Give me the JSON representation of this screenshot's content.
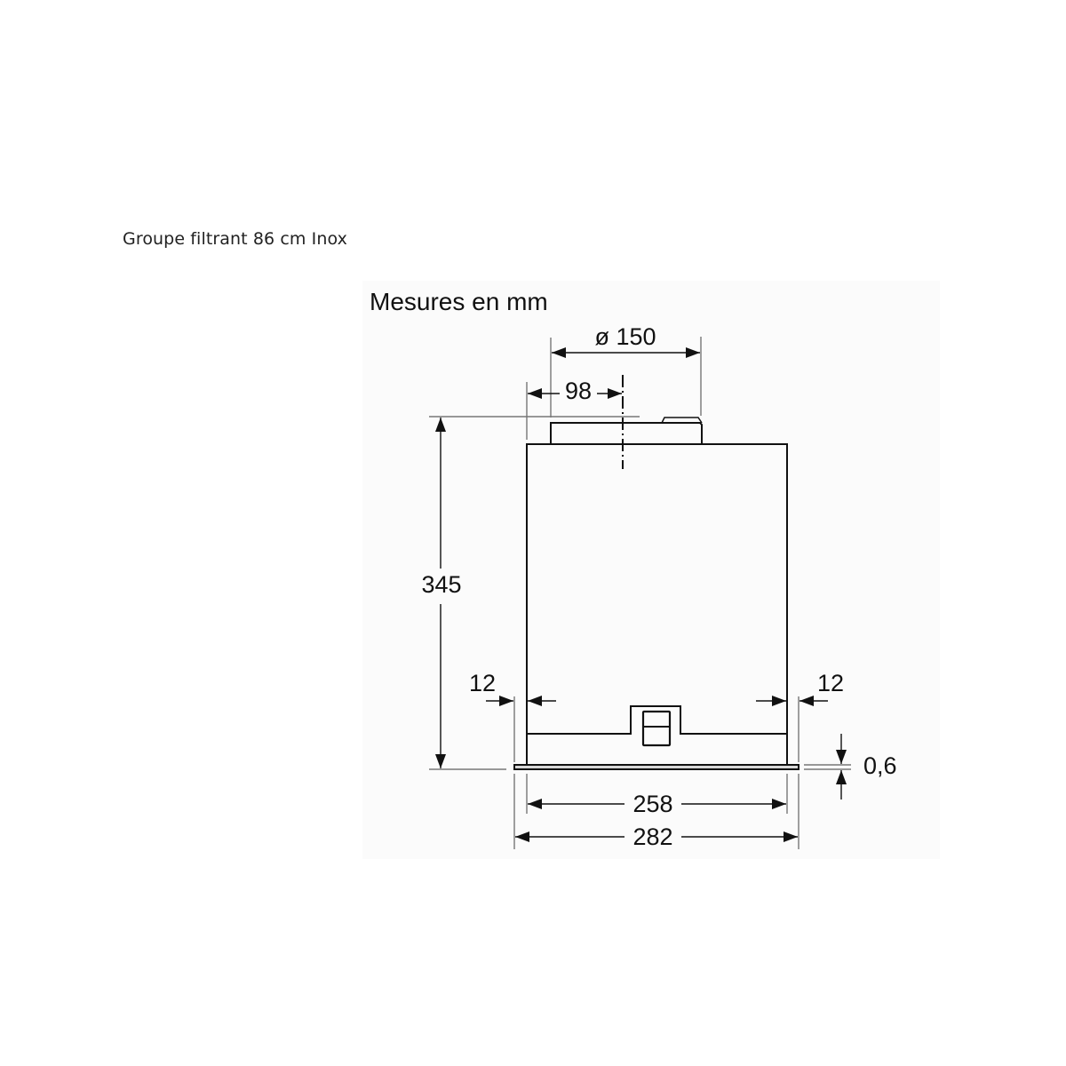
{
  "caption": "Groupe filtrant 86 cm Inox",
  "drawing": {
    "title": "Mesures en mm",
    "unit": "mm",
    "dimensions": {
      "duct_diameter": "ø 150",
      "duct_offset": "98",
      "height": "345",
      "left_margin": "12",
      "right_margin": "12",
      "frame_thickness": "0,6",
      "inner_width": "258",
      "outer_width": "282"
    },
    "colors": {
      "line": "#111111",
      "panel": "#fbfbfb"
    }
  }
}
